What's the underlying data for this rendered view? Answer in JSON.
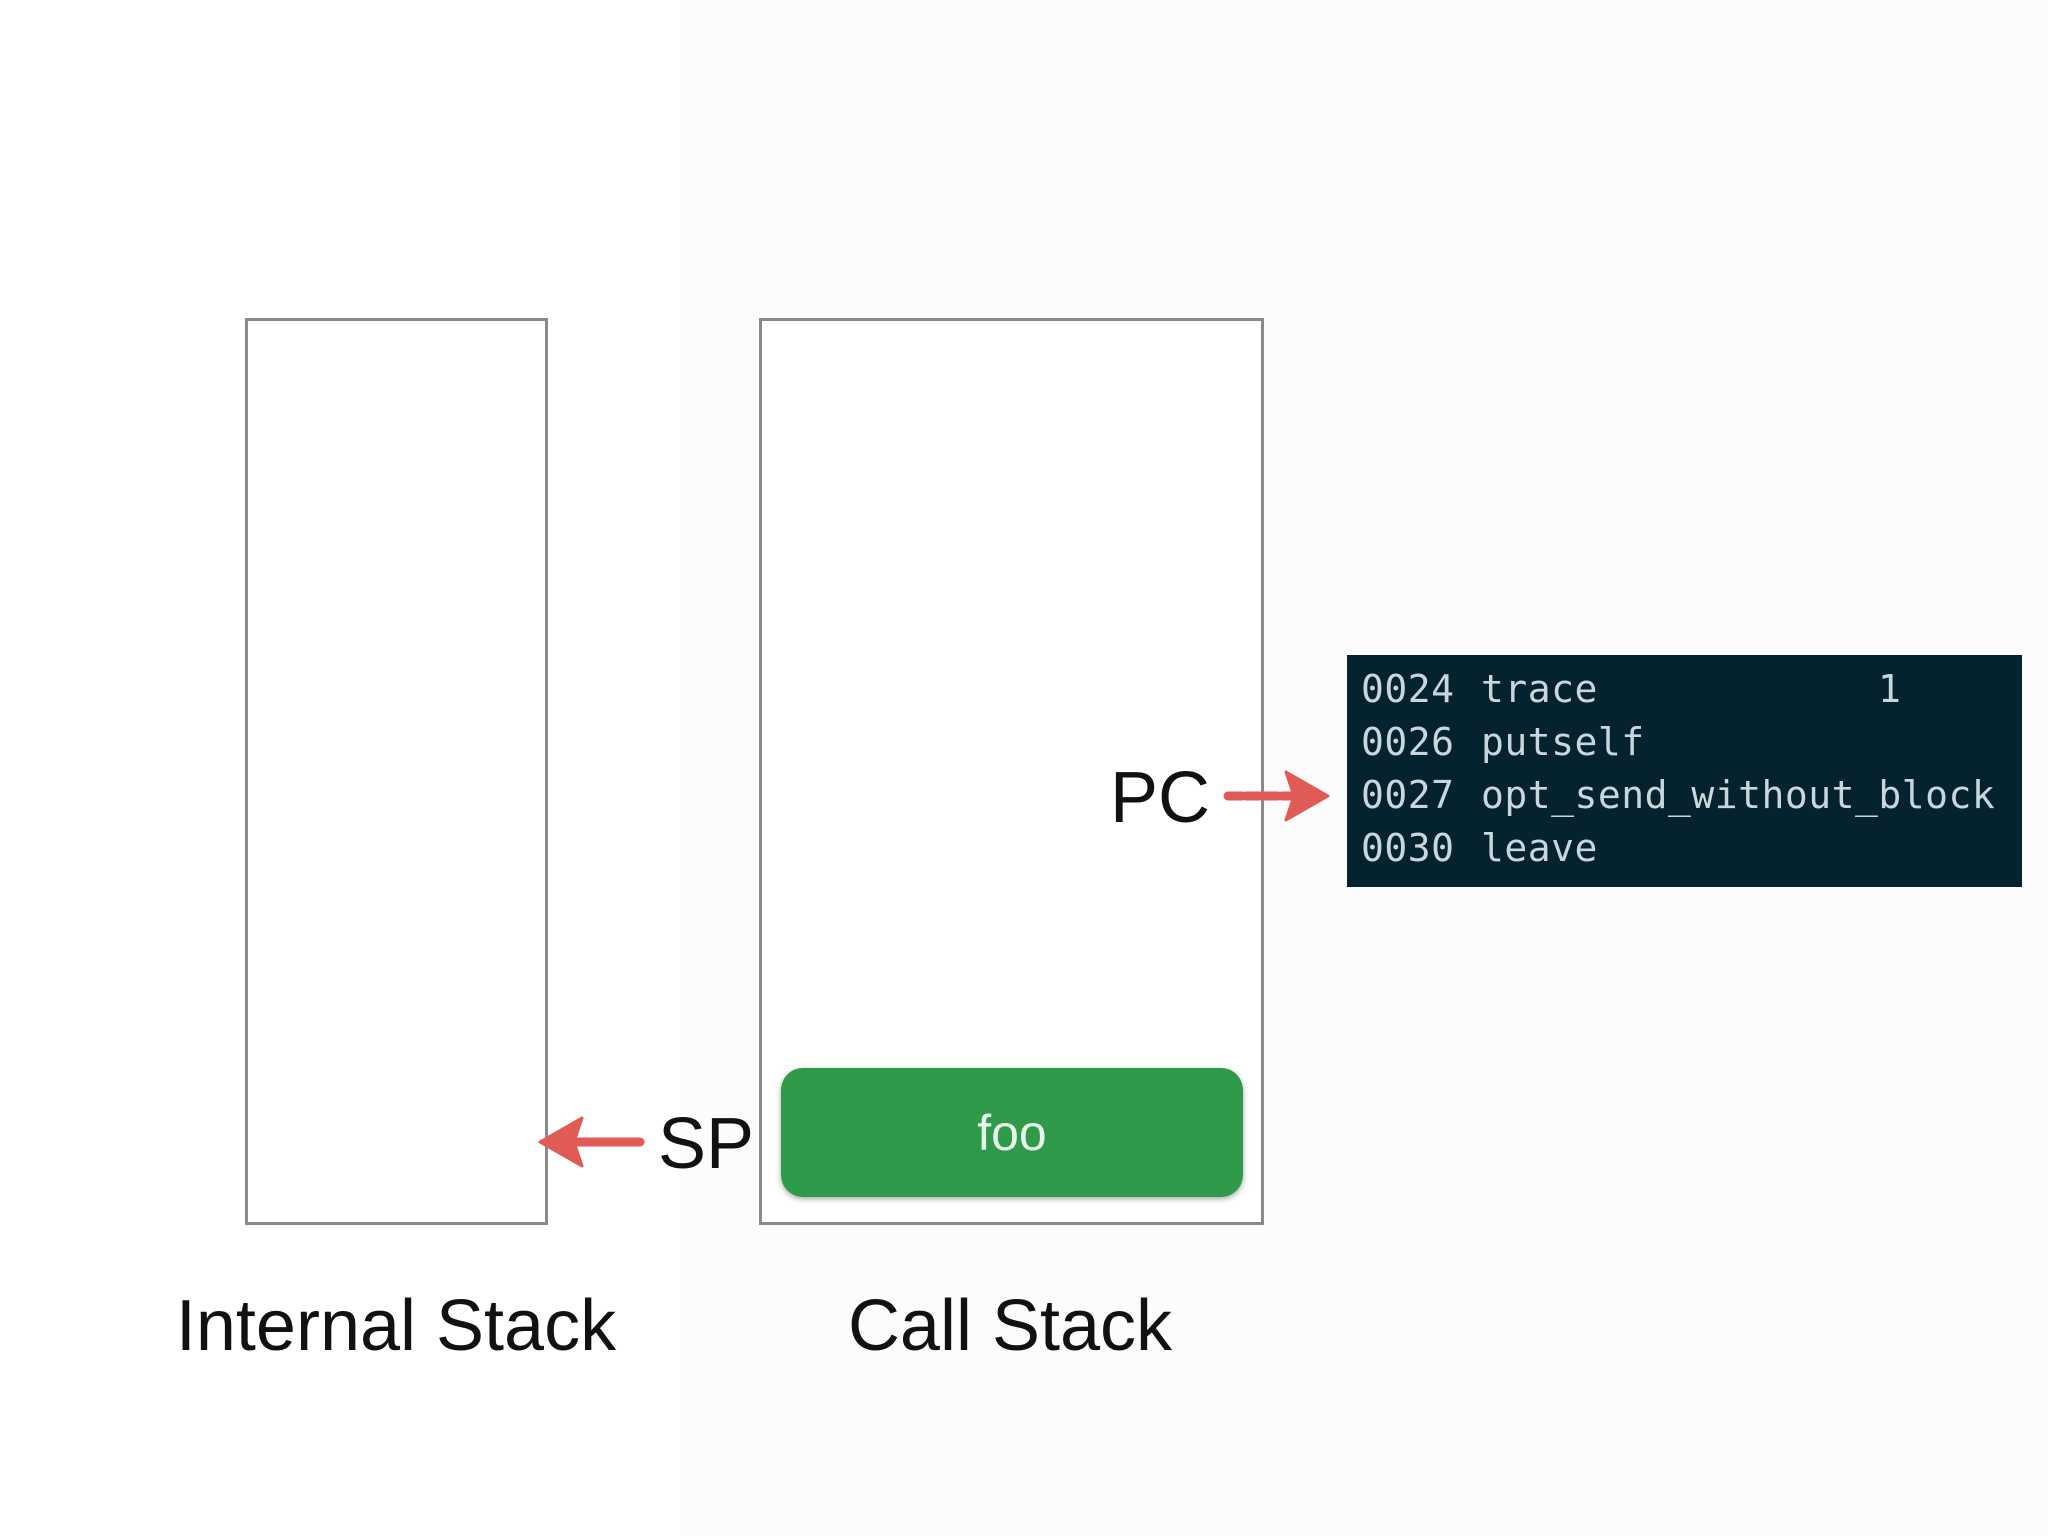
{
  "stacks": {
    "internal": {
      "label": "Internal Stack"
    },
    "call": {
      "label": "Call Stack",
      "frames": [
        "foo"
      ]
    }
  },
  "pointers": {
    "sp": {
      "label": "SP",
      "color": "#e05a56"
    },
    "pc": {
      "label": "PC",
      "color": "#e05a56"
    }
  },
  "colors": {
    "frame": "#2e9a4a",
    "code_bg": "#05222f",
    "box_border": "#8a8a8a"
  },
  "code": {
    "lines": [
      {
        "addr": "0024",
        "op": "trace",
        "arg": "1"
      },
      {
        "addr": "0026",
        "op": "putself",
        "arg": ""
      },
      {
        "addr": "0027",
        "op": "opt_send_without_block",
        "arg": ""
      },
      {
        "addr": "0030",
        "op": "leave",
        "arg": ""
      }
    ]
  }
}
